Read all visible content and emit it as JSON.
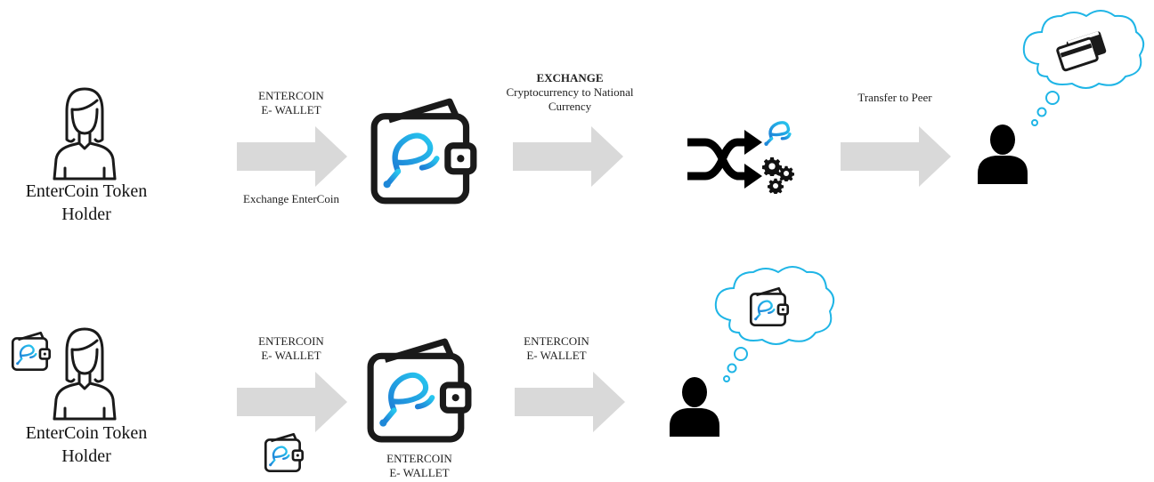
{
  "row1": {
    "holder_label": [
      "EnterCoin Token",
      "Holder"
    ],
    "arrow1_label_top": [
      "ENTERCOIN",
      "E- WALLET"
    ],
    "arrow1_label_bottom": "Exchange EnterCoin",
    "exchange_title": "EXCHANGE",
    "exchange_subtitle": [
      "Cryptocurrency to National",
      "Currency"
    ],
    "arrow3_label": "Transfer to Peer"
  },
  "row2": {
    "holder_label": [
      "EnterCoin Token",
      "Holder"
    ],
    "arrow1_label_top": [
      "ENTERCOIN",
      "E- WALLET"
    ],
    "wallet_caption": [
      "ENTERCOIN",
      "E- WALLET"
    ],
    "arrow2_label": [
      "ENTERCOIN",
      "E- WALLET"
    ]
  },
  "colors": {
    "arrow": "#d9d9d9",
    "brand_cyan": "#1fb5e6",
    "brand_blue": "#1e88d8",
    "outline": "#1a1a1a"
  },
  "icons": [
    "person-outline-icon",
    "wallet-icon",
    "shuffle-icon",
    "gears-icon",
    "person-silhouette-icon",
    "thought-cloud-icon",
    "credit-cards-icon"
  ]
}
